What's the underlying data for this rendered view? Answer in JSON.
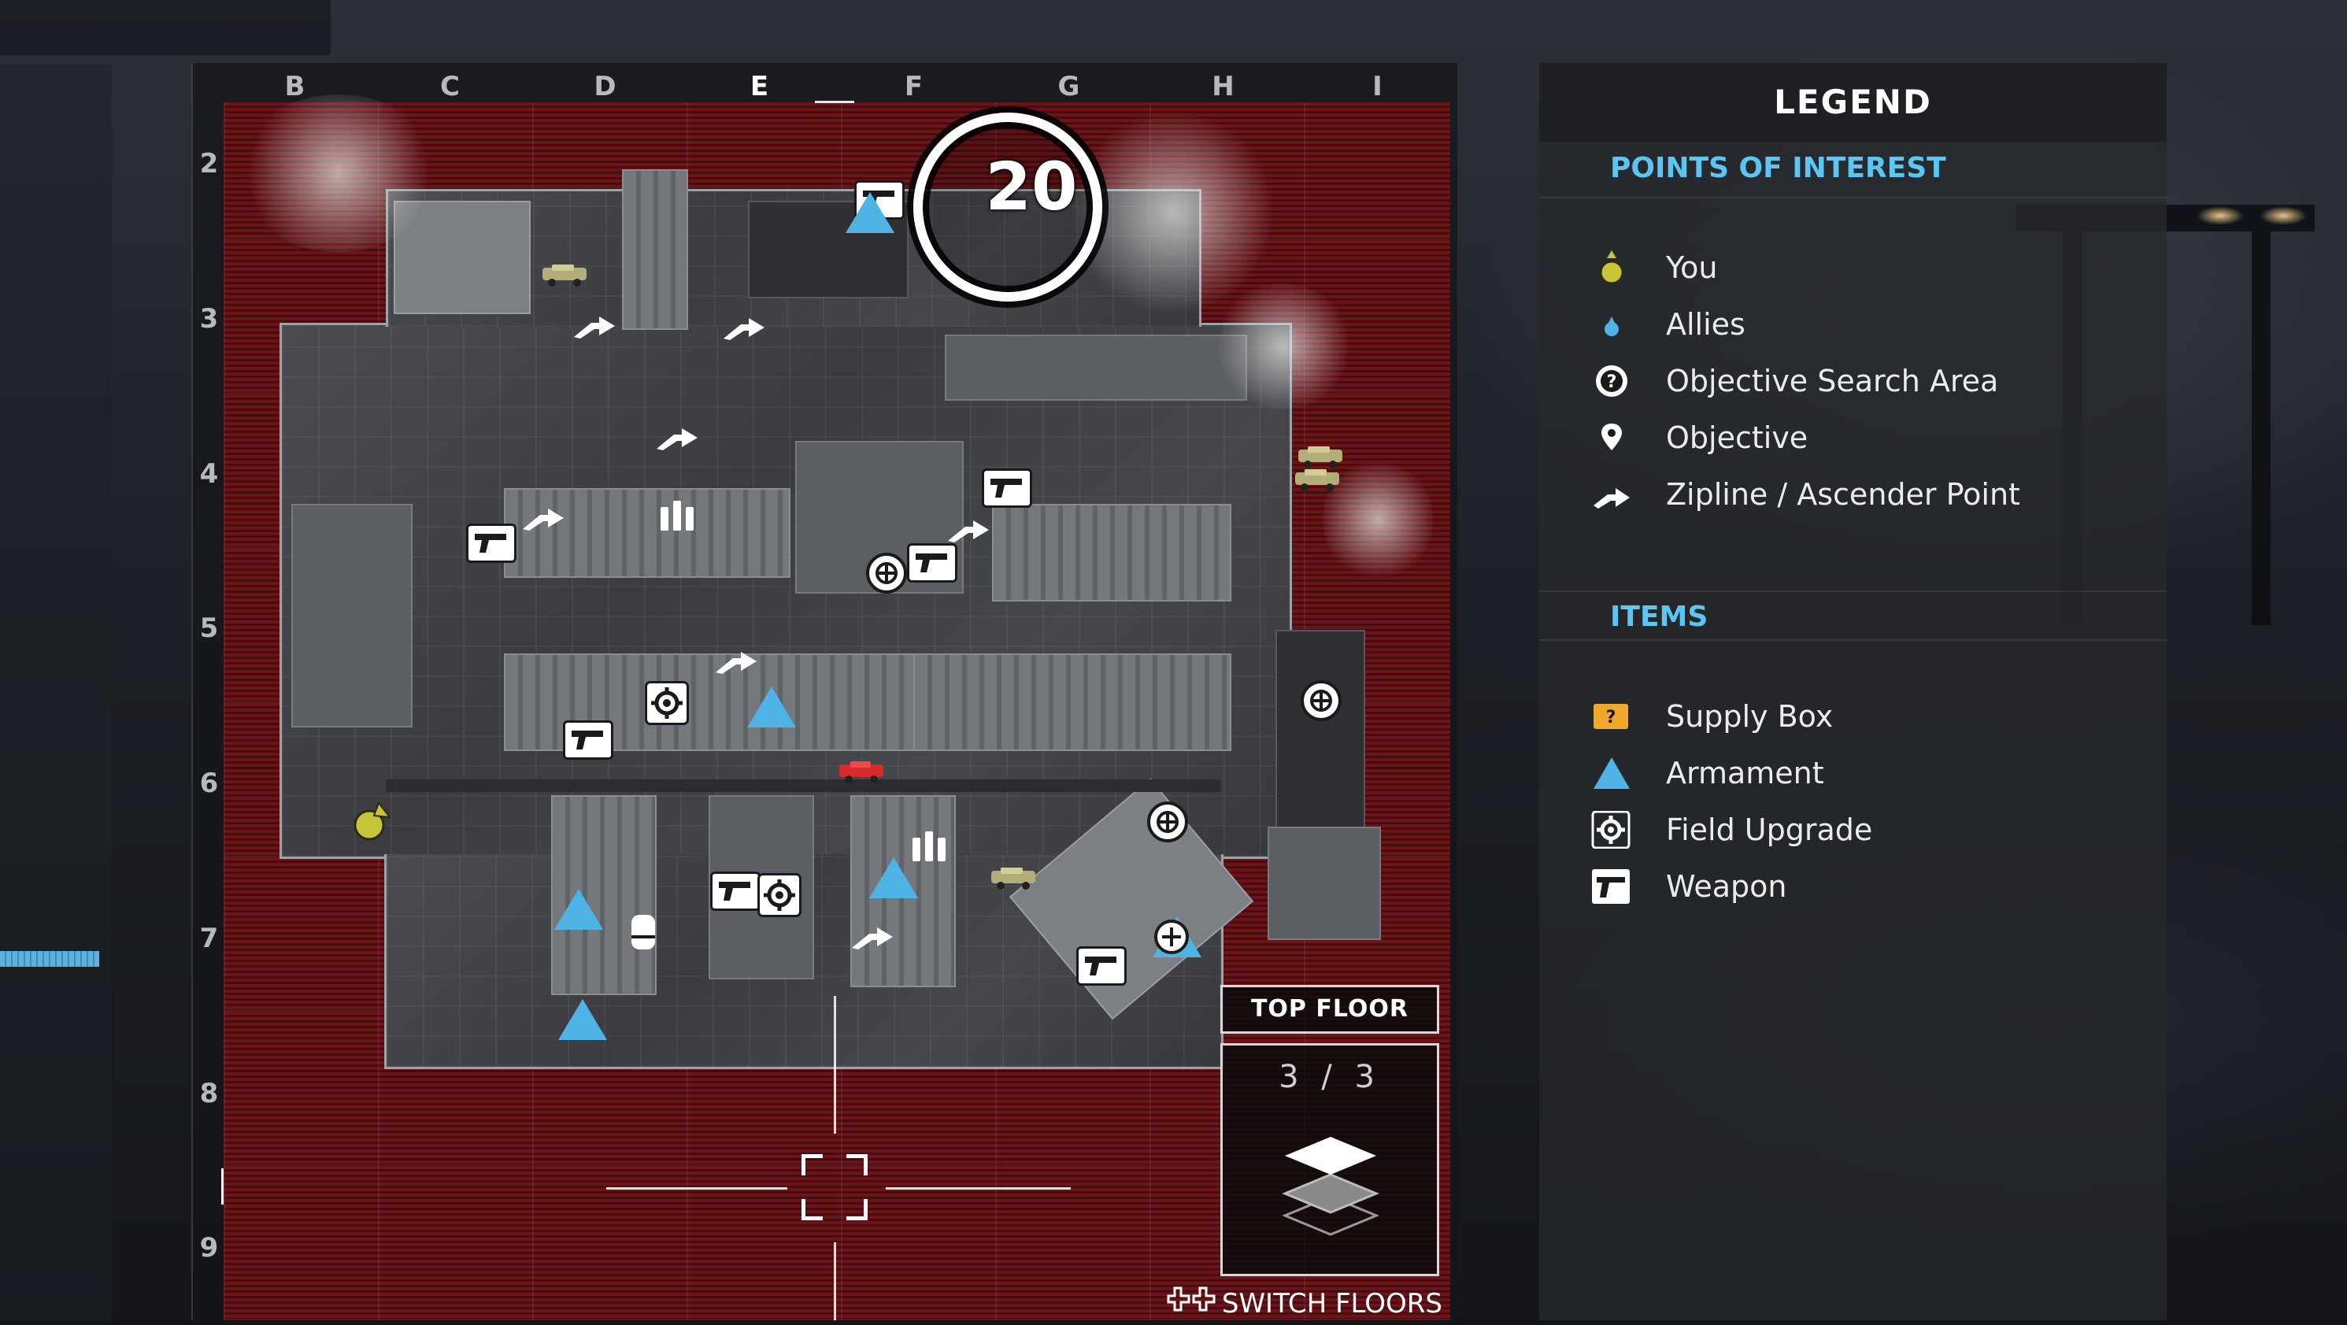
{
  "map": {
    "columns": [
      "B",
      "C",
      "D",
      "E",
      "F",
      "G",
      "H",
      "I"
    ],
    "active_column": "E",
    "rows": [
      "2",
      "3",
      "4",
      "5",
      "6",
      "7",
      "8",
      "9"
    ],
    "timer": "20",
    "floor_panel": {
      "title": "TOP FLOOR",
      "count": "3 / 3",
      "switch_label": "SWITCH FLOORS",
      "switch_icon": "dpad-icon"
    }
  },
  "legend": {
    "title": "LEGEND",
    "poi_heading": "POINTS OF INTEREST",
    "poi": [
      {
        "label": "You",
        "icon": "you-marker-icon"
      },
      {
        "label": "Allies",
        "icon": "ally-marker-icon"
      },
      {
        "label": "Objective Search Area",
        "icon": "objective-search-icon"
      },
      {
        "label": "Objective",
        "icon": "objective-pin-icon"
      },
      {
        "label": "Zipline / Ascender Point",
        "icon": "zipline-icon"
      }
    ],
    "items_heading": "ITEMS",
    "items": [
      {
        "label": "Supply Box",
        "icon": "supply-box-icon"
      },
      {
        "label": "Armament",
        "icon": "armament-icon"
      },
      {
        "label": "Field Upgrade",
        "icon": "field-upgrade-icon"
      },
      {
        "label": "Weapon",
        "icon": "weapon-icon"
      }
    ]
  },
  "colors": {
    "accent_blue": "#5cc6f2",
    "out_of_bounds": "#6d1418",
    "you_yellow": "#c8c43a",
    "armament_blue": "#4fb3e6",
    "vehicle_red": "#d62b2b",
    "supply_box_orange": "#f0a92a"
  }
}
